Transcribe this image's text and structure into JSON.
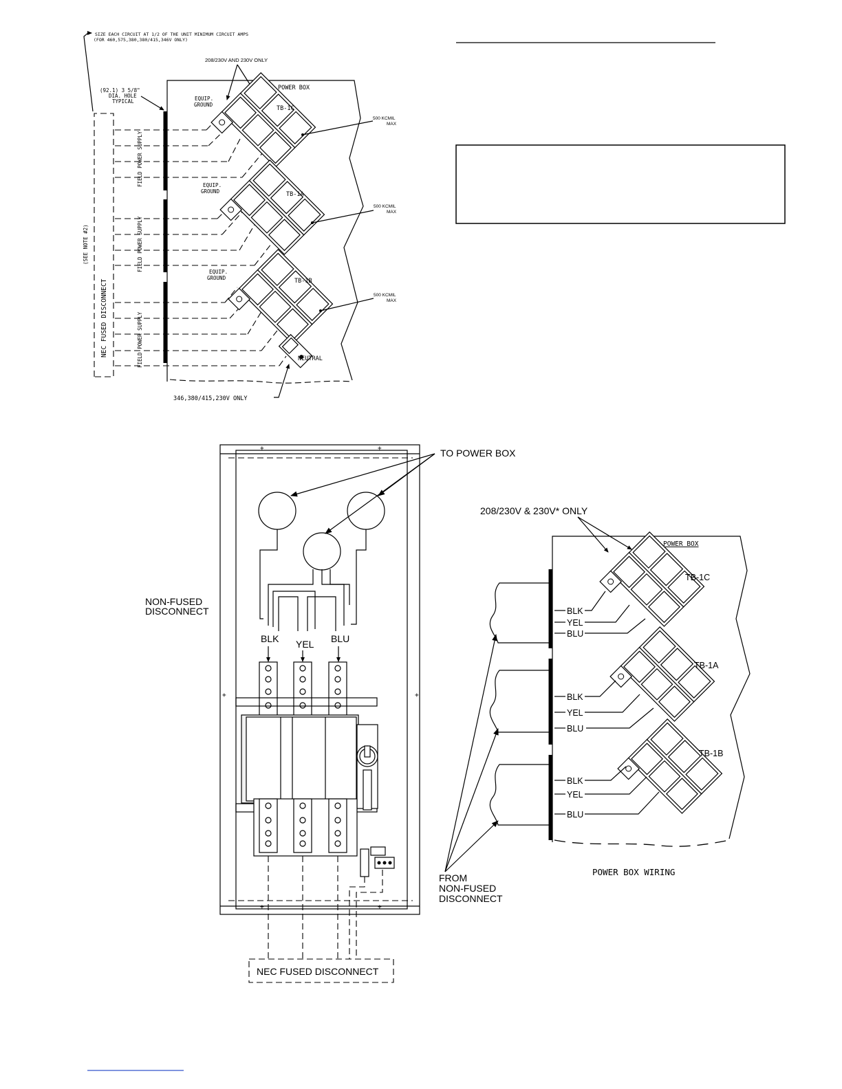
{
  "top_diagram": {
    "note_size_circuit": "SIZE EACH CIRCUIT AT 1/2 OF THE UNIT MINIMUM CIRCUIT AMPS",
    "note_voltages": "(FOR 460,575,380,380/415,346V ONLY)",
    "note_208_230": "208/230V AND 230V ONLY",
    "power_box": "POWER BOX",
    "hole_dim": "(92.1) 3 5/8\"",
    "hole_dia": "DIA. HOLE",
    "hole_typical": "TYPICAL",
    "equip_ground_1": "EQUIP.",
    "equip_ground_2": "GROUND",
    "tb_1c": "TB-1C",
    "tb_1a": "TB-1A",
    "tb_1b": "TB-1B",
    "kcmil": "500 KCMIL",
    "max": "MAX",
    "see_note": "(SEE NOTE #2)",
    "nec_fused": "NEC   FUSED   DISCONNECT",
    "field_power_supply": "FIELD   POWER   SUPPLY",
    "neutral": "NEUTRAL",
    "note_346": "346,380/415,230V ONLY"
  },
  "disconnect_diagram": {
    "to_power_box": "TO POWER BOX",
    "non_fused_1": "NON-FUSED",
    "non_fused_2": "DISCONNECT",
    "blk": "BLK",
    "yel": "YEL",
    "blu": "BLU",
    "nec_fused_disconnect": "NEC FUSED DISCONNECT"
  },
  "wiring_diagram": {
    "title_208": "208/230V & 230V* ONLY",
    "power_box": "POWER BOX",
    "tb_1c": "TB-1C",
    "tb_1a": "TB-1A",
    "tb_1b": "TB-1B",
    "blk": "BLK",
    "yel": "YEL",
    "blu": "BLU",
    "from_1": "FROM",
    "from_2": "NON-FUSED",
    "from_3": "DISCONNECT",
    "caption": "POWER BOX WIRING"
  }
}
